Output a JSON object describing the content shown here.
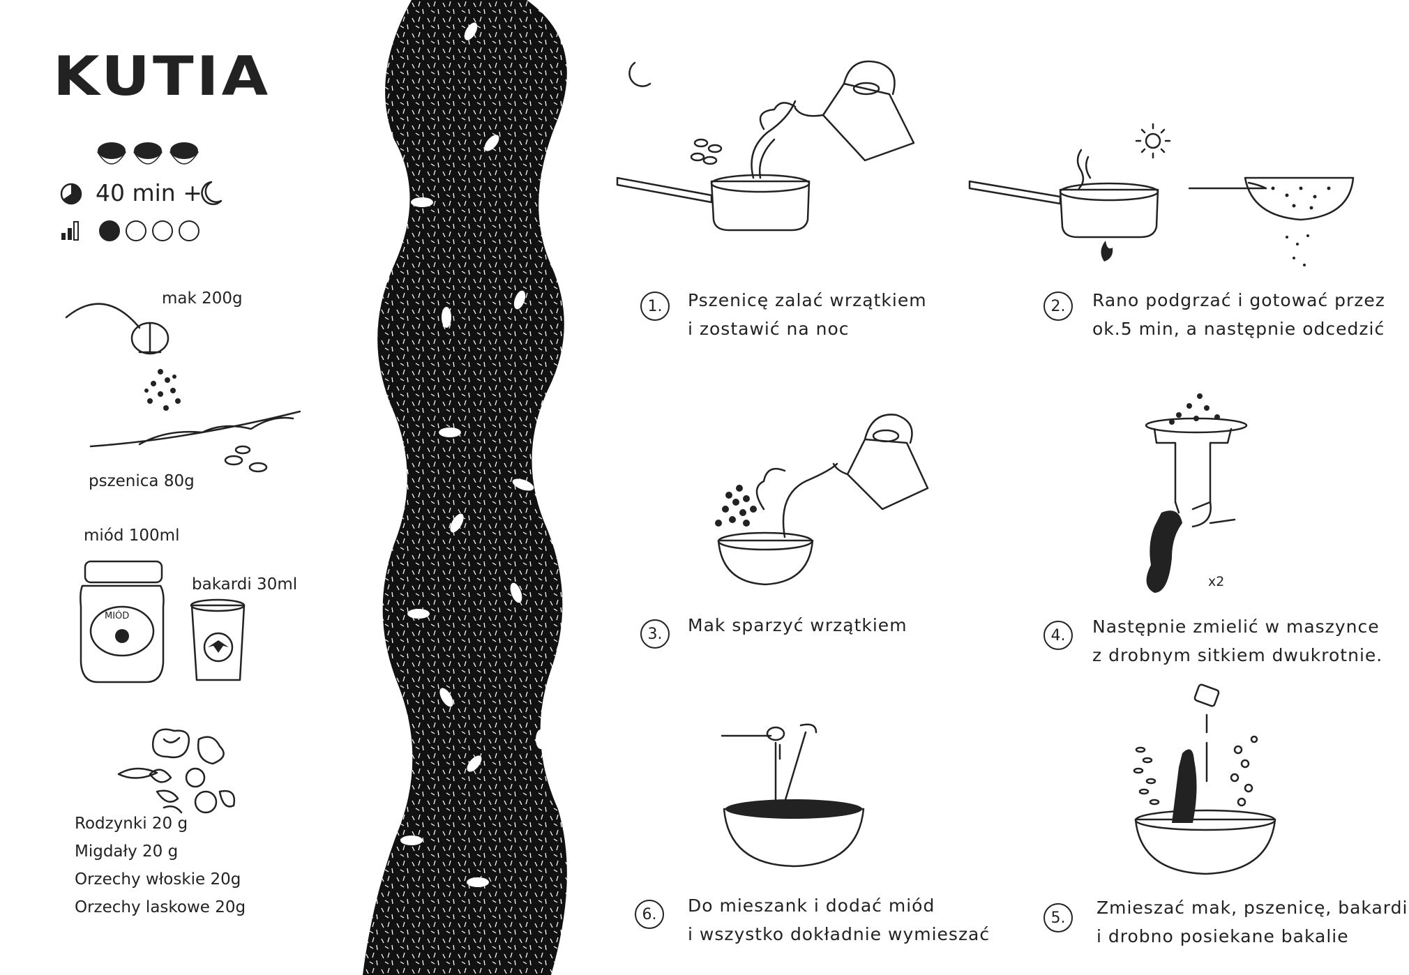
{
  "title": "KUTIA",
  "meta": {
    "servings": 3,
    "time_label": "40 min +",
    "time_icon": "moon-icon",
    "difficulty": 1,
    "difficulty_max": 4
  },
  "ingredients": {
    "poppy": "mak 200g",
    "wheat": "pszenica 80g",
    "honey": "miód 100ml",
    "honey_jar_label": "MIÓD",
    "rum": "bakardi 30ml",
    "nuts": [
      "Rodzynki 20 g",
      "Migdały 20 g",
      "Orzechy włoskie 20g",
      "Orzechy laskowe 20g"
    ]
  },
  "steps": [
    {
      "num": "1.",
      "lines": [
        "Pszenicę zalać wrzątkiem",
        "i zostawić na noc"
      ]
    },
    {
      "num": "2.",
      "lines": [
        "Rano podgrzać i gotować przez",
        "ok.5 min, a następnie odcedzić"
      ]
    },
    {
      "num": "3.",
      "lines": [
        "Mak sparzyć wrzątkiem"
      ]
    },
    {
      "num": "4.",
      "lines": [
        "Następnie zmielić w maszynce",
        "z drobnym sitkiem dwukrotnie."
      ],
      "note": "x2"
    },
    {
      "num": "5.",
      "lines": [
        "Zmieszać mak, pszenicę, bakardi",
        "i drobno posiekane bakalie"
      ]
    },
    {
      "num": "6.",
      "lines": [
        "Do mieszank i dodać  miód",
        "i wszystko dokładnie wymieszać"
      ]
    }
  ],
  "colors": {
    "ink": "#222222",
    "background": "#ffffff"
  }
}
